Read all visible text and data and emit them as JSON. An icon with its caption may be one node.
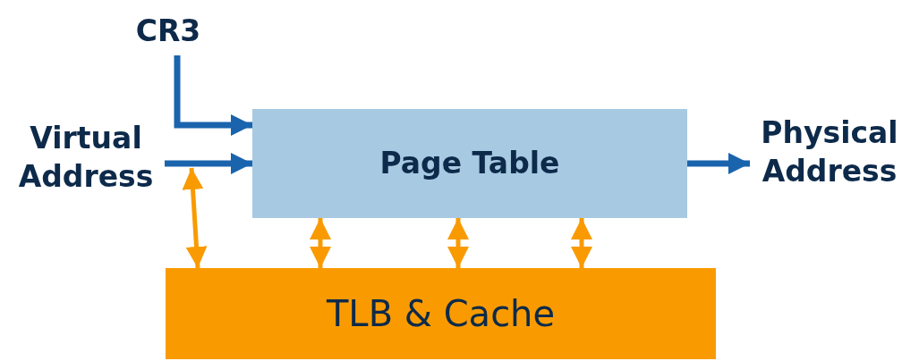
{
  "diagram": {
    "nodes": [
      {
        "text": [
          "CR3"
        ]
      },
      {
        "text": [
          "Virtual Address"
        ]
      },
      {
        "text": [
          "Page Table"
        ]
      },
      {
        "text": [
          "Physical Address"
        ]
      },
      {
        "text": [
          "TLB & Cache"
        ]
      }
    ],
    "edges": [
      {
        "from": 0,
        "to": 2,
        "arrow": "to",
        "color": "#1a64ae"
      },
      {
        "from": 1,
        "to": 2,
        "arrow": "to",
        "color": "#1a64ae"
      },
      {
        "from": 2,
        "to": 3,
        "arrow": "to",
        "color": "#1a64ae"
      },
      {
        "from": 1,
        "to": 4,
        "arrow": "both"
      },
      {
        "from": 2,
        "to": 4,
        "arrow": "both"
      },
      {
        "from": 2,
        "to": 4,
        "arrow": "both"
      },
      {
        "from": 2,
        "to": 4,
        "arrow": "both"
      }
    ]
  }
}
